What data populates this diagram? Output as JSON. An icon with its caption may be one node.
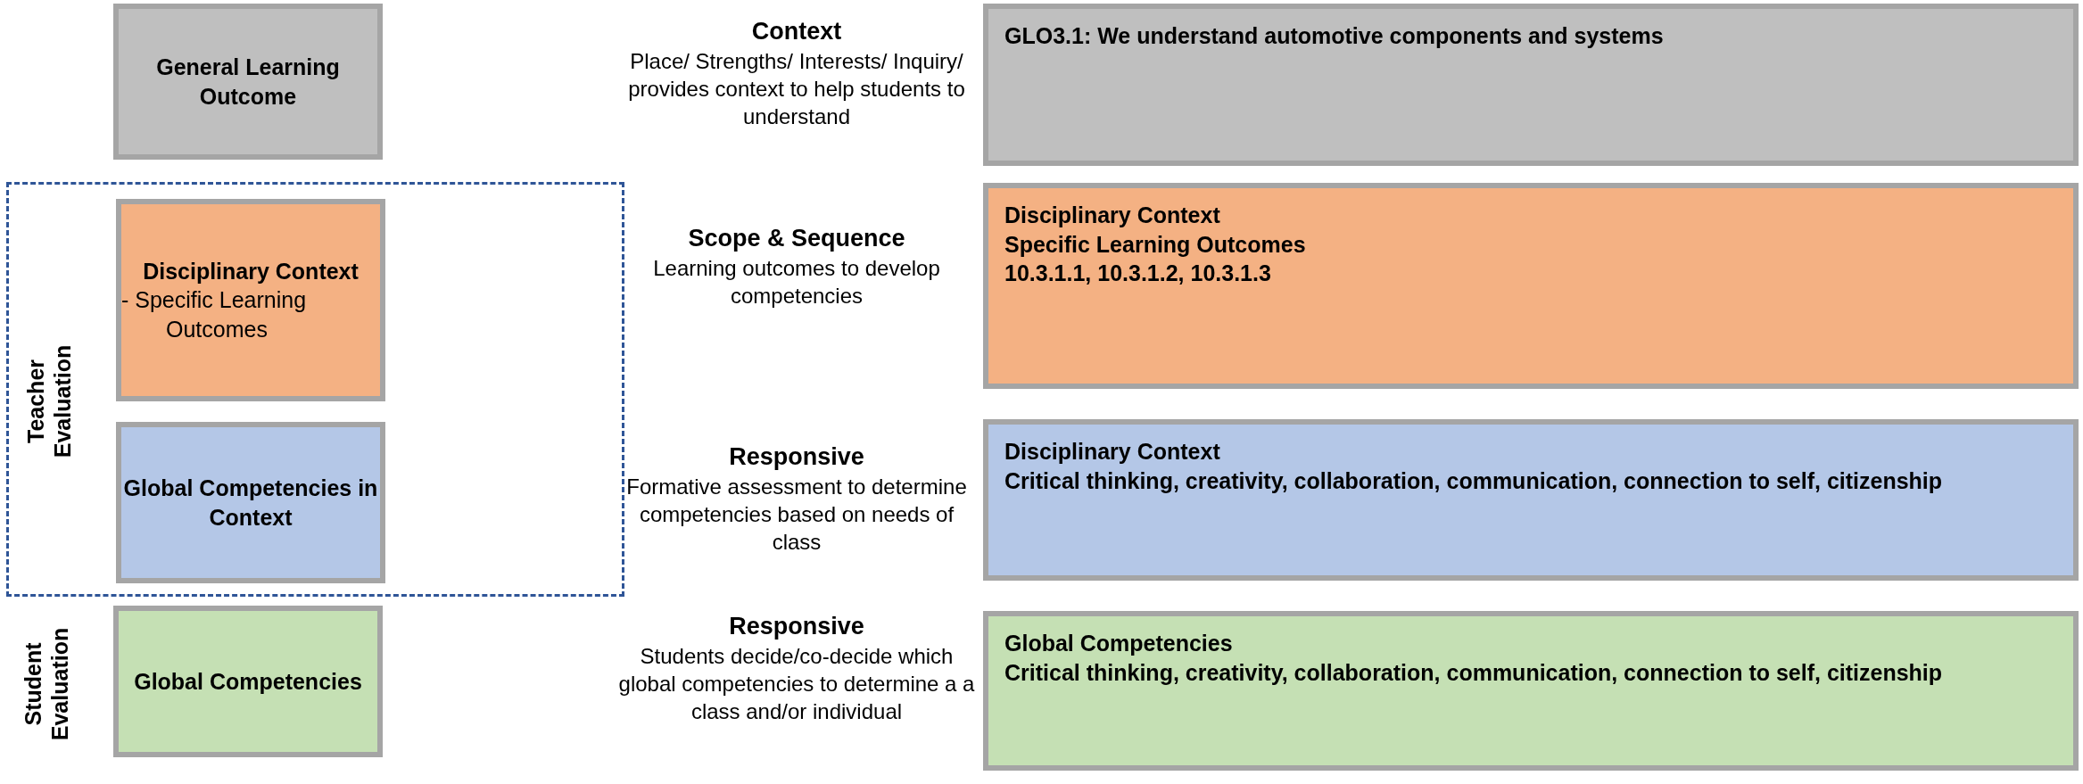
{
  "diagram": {
    "nodes": [
      {
        "text": [
          "General Learning Outcome"
        ],
        "beside": [
          "Context",
          "Place/ Strengths/ Interests/ Inquiry/ provides context to help students to understand"
        ]
      },
      {
        "text": [
          "GLO3.1: We understand automotive components and systems"
        ]
      },
      {
        "text": [
          "Teacher Evaluation"
        ]
      },
      {
        "text": [
          "Disciplinary Context",
          "- Specific Learning Outcomes"
        ],
        "in": 2,
        "beside": [
          "Scope & Sequence",
          "Learning outcomes to develop competencies"
        ]
      },
      {
        "text": [
          "Global Competencies in Context"
        ],
        "in": 2,
        "beside": [
          "Responsive",
          "Formative assessment to determine competencies based on needs of class"
        ]
      },
      {
        "text": [
          "Disciplinary Context",
          "Specific Learning Outcomes",
          "10.3.1.1, 10.3.1.2, 10.3.1.3"
        ]
      },
      {
        "text": [
          "Disciplinary Context",
          "Critical thinking, creativity, collaboration, communication, connection to self, citizenship"
        ]
      },
      {
        "text": [
          "Global Competencies"
        ],
        "beside": [
          "Responsive",
          "Students decide/co-decide which global competencies to determine a a class and/or individual"
        ]
      },
      {
        "text": [
          "Global Competencies",
          "Critical thinking, creativity, collaboration, communication, connection to self, citizenship"
        ]
      }
    ],
    "edges": [],
    "labels": [
      "Student Evaluation"
    ]
  }
}
